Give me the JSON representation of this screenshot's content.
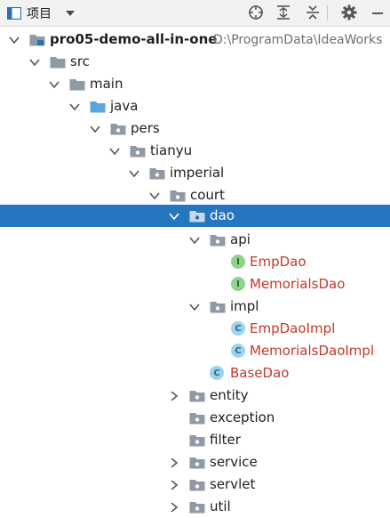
{
  "toolbar": {
    "view_title": "项目",
    "icons": [
      "project-icon",
      "crosshair-icon",
      "expand-all-icon",
      "collapse-all-icon",
      "gear-icon",
      "minimize-icon"
    ]
  },
  "tree": {
    "project_name": "pro05-demo-all-in-one",
    "project_path": "D:\\ProgramData\\IdeaWorks",
    "nodes": [
      {
        "label": "src",
        "type": "folder"
      },
      {
        "label": "main",
        "type": "folder"
      },
      {
        "label": "java",
        "type": "source-folder"
      },
      {
        "label": "pers",
        "type": "package"
      },
      {
        "label": "tianyu",
        "type": "package"
      },
      {
        "label": "imperial",
        "type": "package"
      },
      {
        "label": "court",
        "type": "package"
      },
      {
        "label": "dao",
        "type": "package",
        "selected": true
      },
      {
        "label": "api",
        "type": "package"
      },
      {
        "label": "EmpDao",
        "type": "interface"
      },
      {
        "label": "MemorialsDao",
        "type": "interface"
      },
      {
        "label": "impl",
        "type": "package"
      },
      {
        "label": "EmpDaoImpl",
        "type": "class"
      },
      {
        "label": "MemorialsDaoImpl",
        "type": "class"
      },
      {
        "label": "BaseDao",
        "type": "class"
      },
      {
        "label": "entity",
        "type": "package"
      },
      {
        "label": "exception",
        "type": "package"
      },
      {
        "label": "filter",
        "type": "package"
      },
      {
        "label": "service",
        "type": "package"
      },
      {
        "label": "servlet",
        "type": "package"
      },
      {
        "label": "util",
        "type": "package"
      }
    ],
    "class_badge": "C",
    "interface_badge": "I"
  },
  "colors": {
    "selection": "#2675bf",
    "java_file_text": "#c0392b",
    "folder": "#8f9aa6",
    "source_folder": "#5aa5dd"
  }
}
